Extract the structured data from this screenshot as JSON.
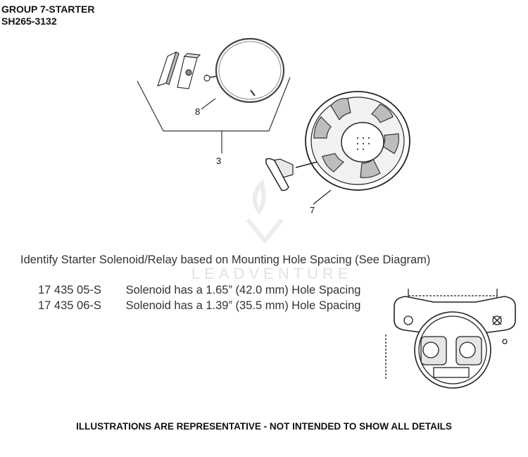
{
  "header": {
    "title": "GROUP 7-STARTER",
    "model": "SH265-3132"
  },
  "callouts": [
    {
      "id": "8",
      "label": "8"
    },
    {
      "id": "3",
      "label": "3"
    },
    {
      "id": "7",
      "label": "7"
    }
  ],
  "watermark": "LEADVENTURE",
  "identify_text": "Identify Starter Solenoid/Relay based on Mounting Hole Spacing (See Diagram)",
  "parts": [
    {
      "part_number": "17 435 05-S",
      "description": "Solenoid has a 1.65” (42.0 mm) Hole Spacing"
    },
    {
      "part_number": "17 435 06-S",
      "description": "Solenoid has a 1.39” (35.5 mm) Hole Spacing"
    }
  ],
  "footer": "ILLUSTRATIONS ARE REPRESENTATIVE - NOT INTENDED TO SHOW ALL DETAILS"
}
